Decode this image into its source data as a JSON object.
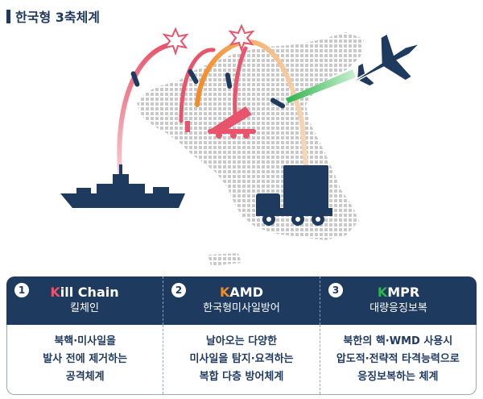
{
  "title": "한국형 3축체계",
  "colors": {
    "navy": "#1f3a5f",
    "kill_chain_accent": "#e8546b",
    "kamd_accent": "#f28c28",
    "kmpr_accent": "#2eb44a",
    "map_dots": "#c9c9c9"
  },
  "illustration_icons": [
    "warship-icon",
    "launcher-icon",
    "radar-truck-icon",
    "fighter-jet-icon",
    "missile-icon",
    "explosion-icon"
  ],
  "systems": [
    {
      "number": "1",
      "first_letter": "K",
      "name_rest": "ill Chain",
      "name_ko": "킬체인",
      "description": "북핵·미사일을\n발사 전에 제거하는\n공격체계"
    },
    {
      "number": "2",
      "first_letter": "K",
      "name_rest": "AMD",
      "name_ko": "한국형미사일방어",
      "description": "날아오는 다양한\n미사일을 탐지·요격하는\n복합 다층 방어체계"
    },
    {
      "number": "3",
      "first_letter": "K",
      "name_rest": "MPR",
      "name_ko": "대량응징보복",
      "description": "북한의 핵·WMD 사용시\n압도적·전략적 타격능력으로\n응징보복하는 체계"
    }
  ]
}
